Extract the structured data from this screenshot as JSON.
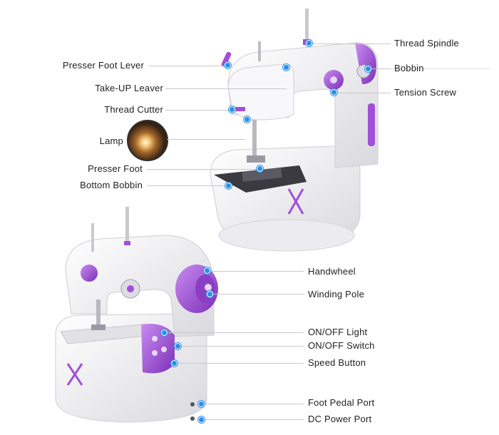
{
  "labels": {
    "presser_foot_lever": "Presser Foot Lever",
    "take_up_leaver": "Take-UP Leaver",
    "thread_cutter": "Thread Cutter",
    "lamp": "Lamp",
    "presser_foot": "Presser Foot",
    "bottom_bobbin": "Bottom Bobbin",
    "thread_spindle": "Thread Spindle",
    "bobbin": "Bobbin",
    "tension_screw": "Tension Screw",
    "handwheel": "Handwheel",
    "winding_pole": "Winding Pole",
    "on_off_light": "ON/OFF Light",
    "on_off_switch": "ON/OFF Switch",
    "speed_button": "Speed Button",
    "foot_pedal_port": "Foot Pedal Port",
    "dc_power_port": "DC Power Port"
  },
  "colors": {
    "accent_purple": "#a24fd8",
    "pointer_blue": "#2a8fe8",
    "machine_white": "#f4f4f6",
    "leader_line": "#c8c8c8"
  }
}
